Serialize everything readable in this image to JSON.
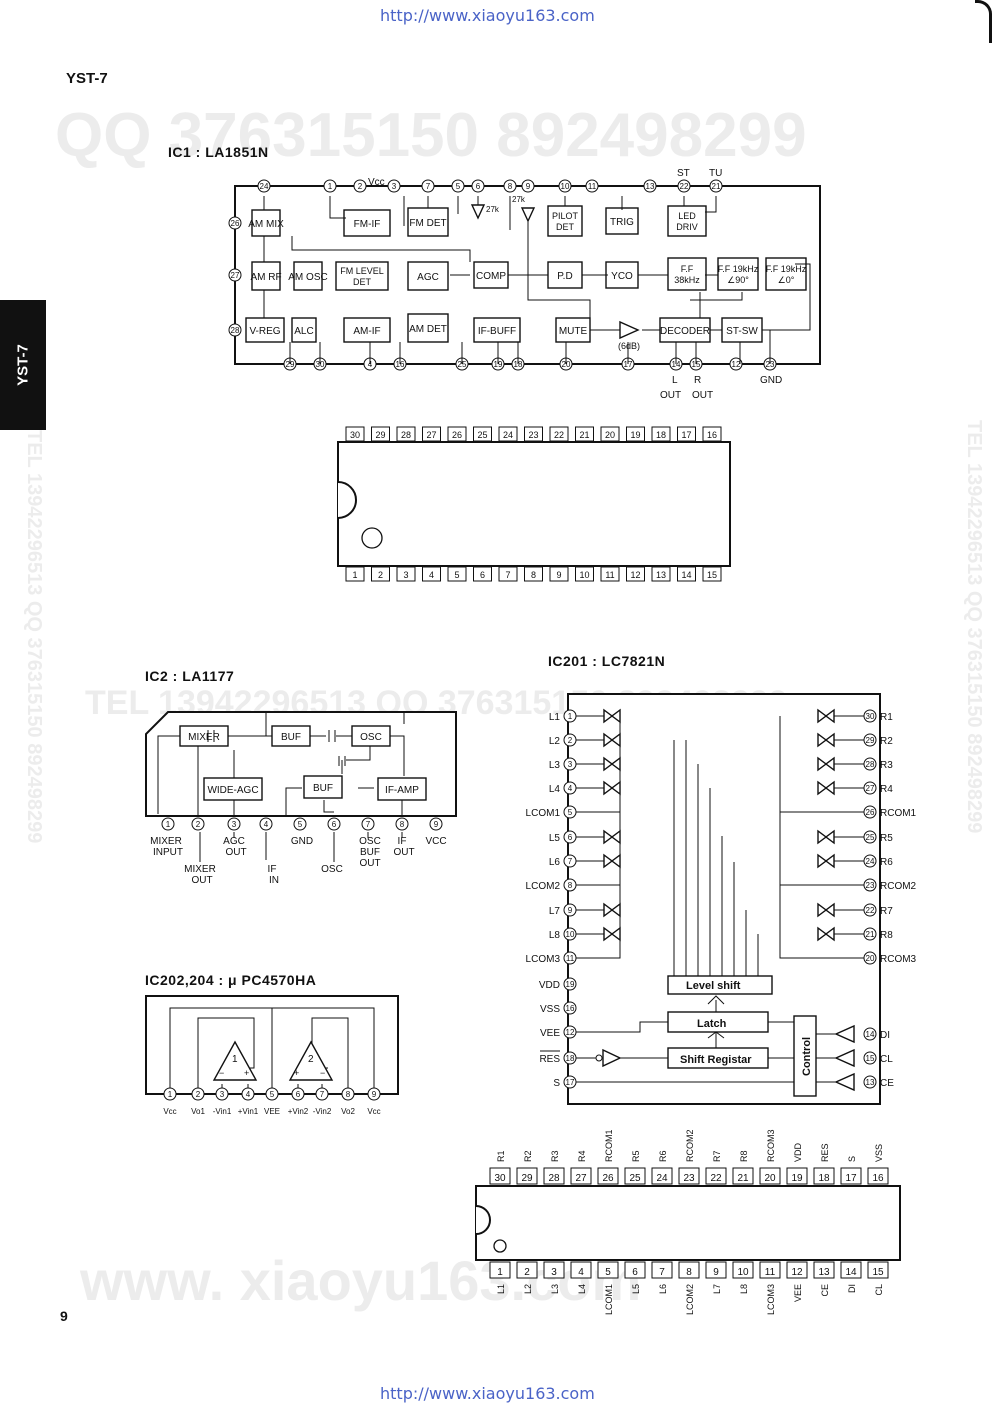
{
  "page": {
    "url_top": "http://www.xiaoyu163.com",
    "url_bottom": "http://www.xiaoyu163.com",
    "model": "YST-7",
    "side_tab": "YST-7",
    "page_number": "9",
    "watermark_top": "QQ 376315150  892498299",
    "watermark_mid": "TEL 13942296513   QQ 376315150  892498299",
    "watermark_side_right": "TEL 13942296513  QQ 376315150  892498299",
    "watermark_side_left": "TEL 13942296513  QQ 376315150  892498299",
    "watermark_bottom": "www. xiaoyu163.com"
  },
  "ic1": {
    "title": "IC1 : LA1851N",
    "blocks": [
      "AM MIX",
      "FM-IF",
      "FM DET",
      "PILOT DET",
      "TRIG",
      "LED DRIV",
      "AM RF",
      "AM OSC",
      "FM LEVEL DET",
      "AGC",
      "COMP",
      "P.D",
      "YCO",
      "F.F 38kHz",
      "F.F 19kHz ∠90°",
      "F.F 19kHz ∠0°",
      "V-REG",
      "ALC",
      "AM-IF",
      "AM DET",
      "IF-BUFF",
      "MUTE",
      "DECODER",
      "ST-SW"
    ],
    "top_pins": [
      "24",
      "1",
      "2",
      "3",
      "7",
      "5",
      "6",
      "8",
      "9",
      "10",
      "11",
      "13",
      "22",
      "21"
    ],
    "left_pins": [
      "26",
      "27",
      "28"
    ],
    "bottom_pins": [
      "29",
      "30",
      "4",
      "16",
      "25",
      "19",
      "18",
      "20",
      "17",
      "14",
      "15",
      "12",
      "23"
    ],
    "labels": {
      "vcc": "Vcc",
      "st": "ST",
      "tu": "TU",
      "r27k_a": "27k",
      "r27k_b": "27k",
      "db6": "(6dB)",
      "l": "L",
      "r": "R",
      "out_l": "OUT",
      "out_r": "OUT",
      "gnd": "GND"
    },
    "package_top": [
      "30",
      "29",
      "28",
      "27",
      "26",
      "25",
      "24",
      "23",
      "22",
      "21",
      "20",
      "19",
      "18",
      "17",
      "16"
    ],
    "package_bottom": [
      "1",
      "2",
      "3",
      "4",
      "5",
      "6",
      "7",
      "8",
      "9",
      "10",
      "11",
      "12",
      "13",
      "14",
      "15"
    ]
  },
  "ic2": {
    "title": "IC2 :  LA1177",
    "blocks": [
      "MIXER",
      "BUF",
      "OSC",
      "WIDE-AGC",
      "BUF",
      "IF-AMP"
    ],
    "pins": [
      "1",
      "2",
      "3",
      "4",
      "5",
      "6",
      "7",
      "8",
      "9"
    ],
    "pin_labels": [
      "MIXER INPUT",
      "MIXER OUT",
      "AGC OUT",
      "IF IN",
      "GND",
      "OSC",
      "OSC BUF OUT",
      "IF OUT",
      "VCC"
    ]
  },
  "ic202": {
    "title": "IC202,204 : μ PC4570HA",
    "pins": [
      "1",
      "2",
      "3",
      "4",
      "5",
      "6",
      "7",
      "8",
      "9"
    ],
    "pin_labels": [
      "Vcc",
      "Vo1",
      "-Vin1",
      "+Vin1",
      "VEE",
      "+Vin2",
      "-Vin2",
      "Vo2",
      "Vcc"
    ],
    "amps": [
      "1",
      "2"
    ]
  },
  "ic201": {
    "title": "IC201 : LC7821N",
    "left_pins": [
      {
        "label": "L1",
        "pin": "1"
      },
      {
        "label": "L2",
        "pin": "2"
      },
      {
        "label": "L3",
        "pin": "3"
      },
      {
        "label": "L4",
        "pin": "4"
      },
      {
        "label": "LCOM1",
        "pin": "5"
      },
      {
        "label": "L5",
        "pin": "6"
      },
      {
        "label": "L6",
        "pin": "7"
      },
      {
        "label": "LCOM2",
        "pin": "8"
      },
      {
        "label": "L7",
        "pin": "9"
      },
      {
        "label": "L8",
        "pin": "10"
      },
      {
        "label": "LCOM3",
        "pin": "11"
      },
      {
        "label": "VDD",
        "pin": "19"
      },
      {
        "label": "VSS",
        "pin": "16"
      },
      {
        "label": "VEE",
        "pin": "12"
      },
      {
        "label": "RES",
        "pin": "18"
      },
      {
        "label": "S",
        "pin": "17"
      }
    ],
    "right_pins": [
      {
        "label": "R1",
        "pin": "30"
      },
      {
        "label": "R2",
        "pin": "29"
      },
      {
        "label": "R3",
        "pin": "28"
      },
      {
        "label": "R4",
        "pin": "27"
      },
      {
        "label": "RCOM1",
        "pin": "26"
      },
      {
        "label": "R5",
        "pin": "25"
      },
      {
        "label": "R6",
        "pin": "24"
      },
      {
        "label": "RCOM2",
        "pin": "23"
      },
      {
        "label": "R7",
        "pin": "22"
      },
      {
        "label": "R8",
        "pin": "21"
      },
      {
        "label": "RCOM3",
        "pin": "20"
      },
      {
        "label": "DI",
        "pin": "14"
      },
      {
        "label": "CL",
        "pin": "15"
      },
      {
        "label": "CE",
        "pin": "13"
      }
    ],
    "blocks": {
      "level_shift": "Level shift",
      "latch": "Latch",
      "shift_register": "Shift Registar",
      "control": "Control"
    },
    "package_top_pins": [
      "30",
      "29",
      "28",
      "27",
      "26",
      "25",
      "24",
      "23",
      "22",
      "21",
      "20",
      "19",
      "18",
      "17",
      "16"
    ],
    "package_top_labels": [
      "R1",
      "R2",
      "R3",
      "R4",
      "RCOM1",
      "R5",
      "R6",
      "RCOM2",
      "R7",
      "R8",
      "RCOM3",
      "VDD",
      "RES",
      "S",
      "VSS"
    ],
    "package_bottom_pins": [
      "1",
      "2",
      "3",
      "4",
      "5",
      "6",
      "7",
      "8",
      "9",
      "10",
      "11",
      "12",
      "13",
      "14",
      "15"
    ],
    "package_bottom_labels": [
      "L1",
      "L2",
      "L3",
      "L4",
      "LCOM1",
      "L5",
      "L6",
      "LCOM2",
      "L7",
      "L8",
      "LCOM3",
      "VEE",
      "CE",
      "DI",
      "CL"
    ]
  }
}
